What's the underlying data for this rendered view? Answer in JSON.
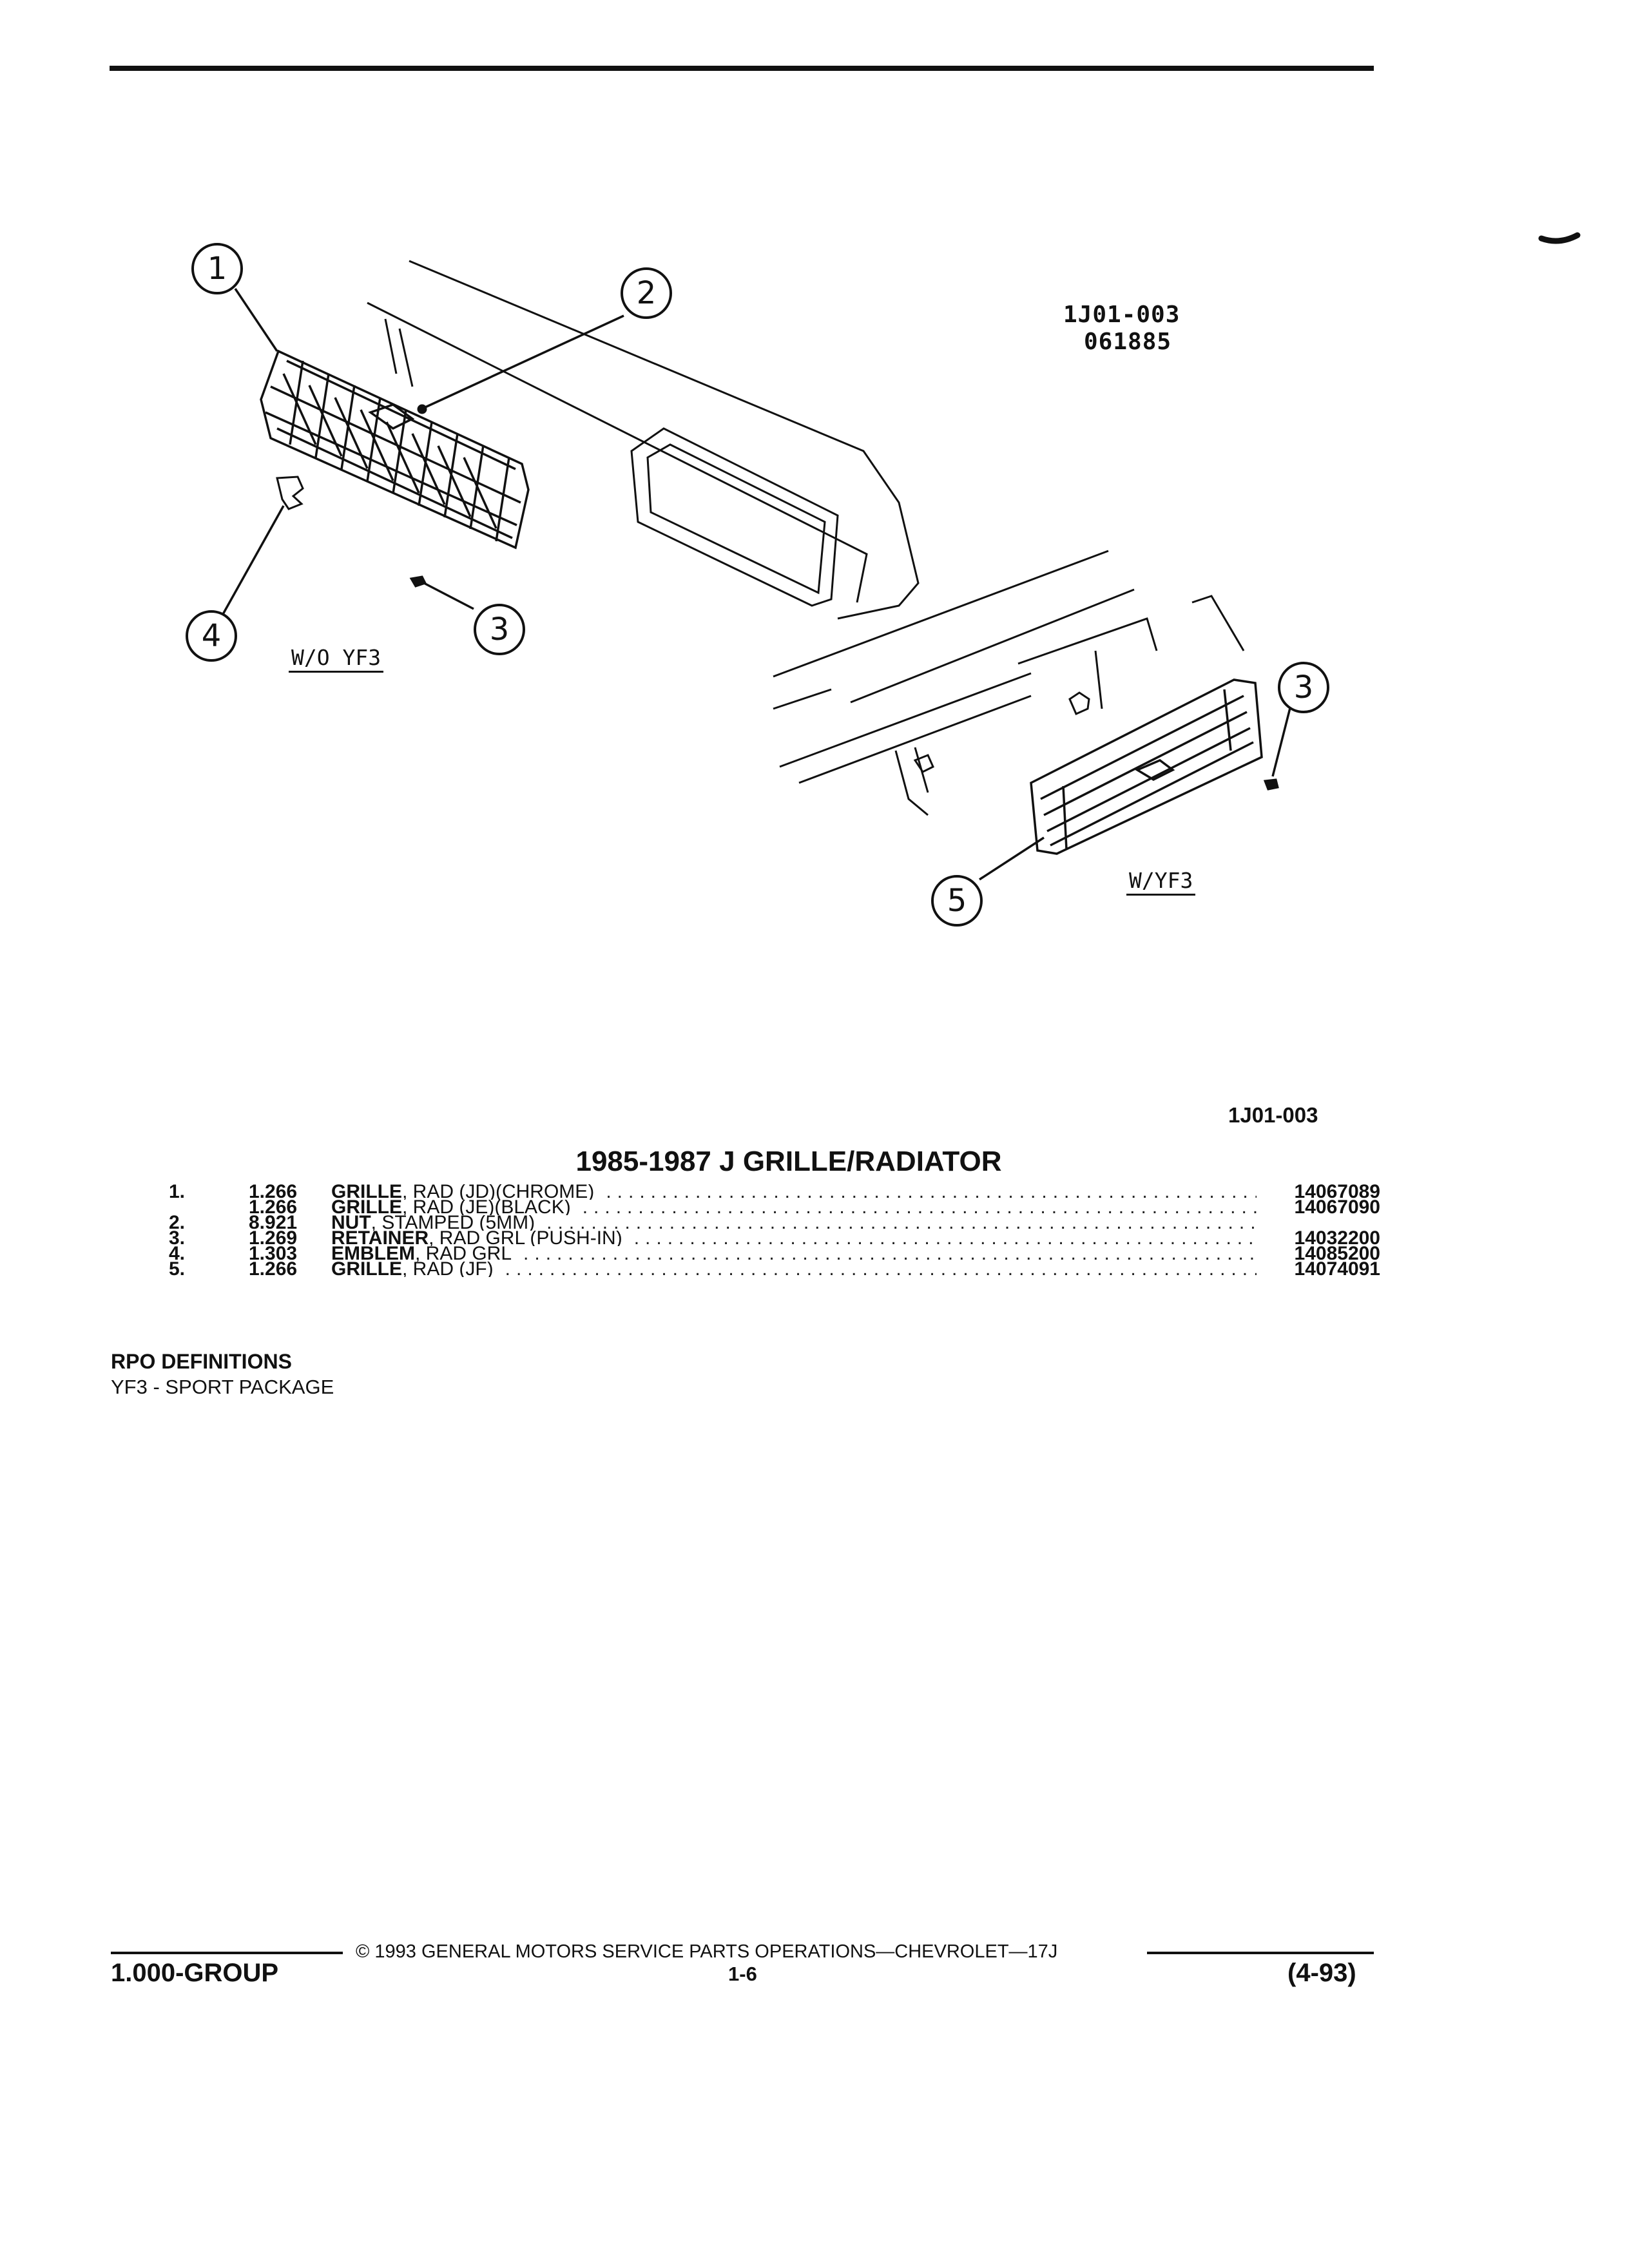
{
  "header": {
    "ref_code": "1J01-003",
    "ref_date": "061885"
  },
  "illustration": {
    "variant_without": "W/O YF3",
    "variant_with": "W/YF3",
    "callouts": [
      "1",
      "2",
      "3",
      "4",
      "3",
      "5"
    ],
    "illustration_code": "1J01-003"
  },
  "section": {
    "title": "1985-1987 J GRILLE/RADIATOR"
  },
  "parts": [
    {
      "num": "1.",
      "group": "1.266",
      "name": "GRILLE",
      "desc": ", RAD (JD)(CHROME)",
      "part_no": "14067089"
    },
    {
      "num": "",
      "group": "1.266",
      "name": "GRILLE",
      "desc": ", RAD (JE)(BLACK)",
      "part_no": "14067090"
    },
    {
      "num": "2.",
      "group": "8.921",
      "name": "NUT",
      "desc": ", STAMPED (5MM)",
      "part_no": ""
    },
    {
      "num": "3.",
      "group": "1.269",
      "name": "RETAINER",
      "desc": ", RAD GRL (PUSH-IN)",
      "part_no": "14032200"
    },
    {
      "num": "4.",
      "group": "1.303",
      "name": "EMBLEM",
      "desc": ", RAD GRL",
      "part_no": "14085200"
    },
    {
      "num": "5.",
      "group": "1.266",
      "name": "GRILLE",
      "desc": ", RAD (JF)",
      "part_no": "14074091"
    }
  ],
  "rpo": {
    "title": "RPO DEFINITIONS",
    "definition": "YF3 - SPORT PACKAGE"
  },
  "footer": {
    "copyright": "© 1993 GENERAL MOTORS SERVICE PARTS OPERATIONS—CHEVROLET—17J",
    "group": "1.000-GROUP",
    "page": "1-6",
    "revision": "(4-93)"
  }
}
